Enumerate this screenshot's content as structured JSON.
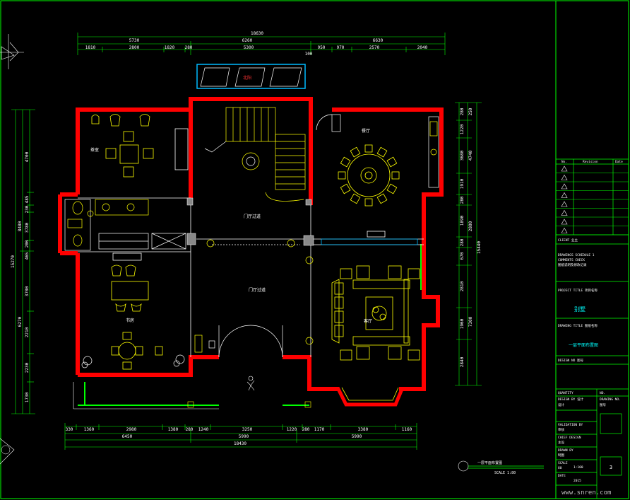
{
  "dimensions": {
    "top_total": "18630",
    "top_mid": [
      "5730",
      "6260",
      "6630"
    ],
    "top_detail": [
      "1810",
      "2800",
      "1820",
      "280",
      "5300",
      "950",
      "970",
      "2570",
      "2040"
    ],
    "top_small": "100",
    "bottom_detail": [
      "330",
      "1360",
      "2980",
      "1380",
      "280",
      "1240",
      "3250",
      "1220",
      "280",
      "1170",
      "3380",
      "1160"
    ],
    "bottom_mid": [
      "6450",
      "5990",
      "5990"
    ],
    "bottom_total": "18430",
    "left_detail": [
      "4700",
      "485",
      "230",
      "3780",
      "200",
      "465",
      "3700",
      "2210",
      "2230",
      "1730"
    ],
    "left_mid": [
      "8480",
      "6270"
    ],
    "left_total": "15270",
    "right_detail": [
      "280",
      "1220",
      "3680",
      "1910",
      "280",
      "1890",
      "280",
      "670",
      "2810",
      "1960",
      "2840"
    ],
    "right_mid": [
      "250",
      "4740",
      "2800",
      "7300"
    ],
    "right_total": "15440"
  },
  "rooms": {
    "window_top": "北阳",
    "mid_hall": "门厅过道",
    "living": "客厅",
    "dining_round": "餐厅",
    "tea_room": "茶室",
    "study": "书房"
  },
  "title_block": {
    "revision_table_header": [
      "No.",
      "Revision",
      "Date"
    ],
    "revision_rows": 8,
    "client_label": "CLIENT 业主",
    "notes": [
      "DRAWINGS SCHEDULE 1",
      "COMMENTS CHECK",
      "图纸说明及修改记录"
    ],
    "project_title_label": "PROJECT TITLE 项目名称",
    "project_name": "别墅",
    "drawing_title_label": "DRAWING TITLE 图纸名称",
    "drawing_name": "一层平面布置图",
    "drawing_no_label": "DESIGN NO 图号",
    "quantity_label": "QUANTITY",
    "no_label": "NO.",
    "design_label": "DESIGN BY 设计",
    "design_val": "设计",
    "drawn_label": "DRAWING NO.",
    "drawn_val": "图号",
    "validation_label": "VALIDATION BY",
    "validation_val": "审核",
    "chief_label": "CHIEF DESIGN",
    "chief_val": "主设",
    "drawn2_label": "DRAWN BY",
    "drawn2_val": "制图",
    "scale_label": "SCALE",
    "scale_val": "1:100",
    "scale_code": "80",
    "date_label": "DATE",
    "date_val": "2015",
    "sheet_no": "3"
  },
  "caption": {
    "title": "一层平面布置图",
    "scale": "SCALE 1:80"
  },
  "watermark": "www.snren.com",
  "colors": {
    "background": "#000000",
    "wall": "#ff0000",
    "dimension": "#00ff00",
    "furniture": "#ffff00",
    "line": "#ffffff",
    "window": "#00bbff",
    "frame": "#00ff00"
  }
}
